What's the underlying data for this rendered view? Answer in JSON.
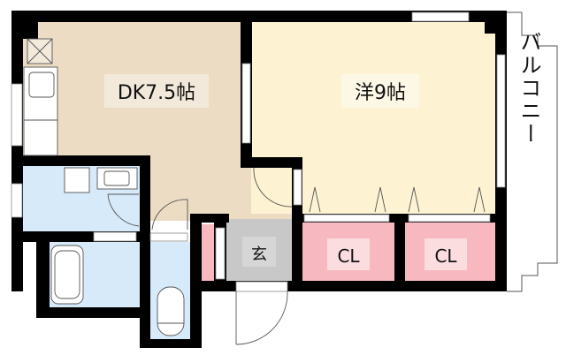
{
  "rooms": {
    "dk": {
      "label": "DK7.5帖",
      "color": "#ecdcc4"
    },
    "western": {
      "label": "洋9帖",
      "color": "#fdf3d3"
    },
    "entrance": {
      "label": "玄",
      "color": "#c8c8c8"
    },
    "closet1": {
      "label": "CL",
      "color": "#f7b8bf"
    },
    "closet2": {
      "label": "CL",
      "color": "#f7b8bf"
    },
    "balcony": {
      "label": "バルコニー"
    }
  },
  "colors": {
    "wall": "#000000",
    "wet_area": "#d6eafa",
    "label_bg_light": "#f7efe4",
    "closet_label_bg": "#fbdde0"
  }
}
